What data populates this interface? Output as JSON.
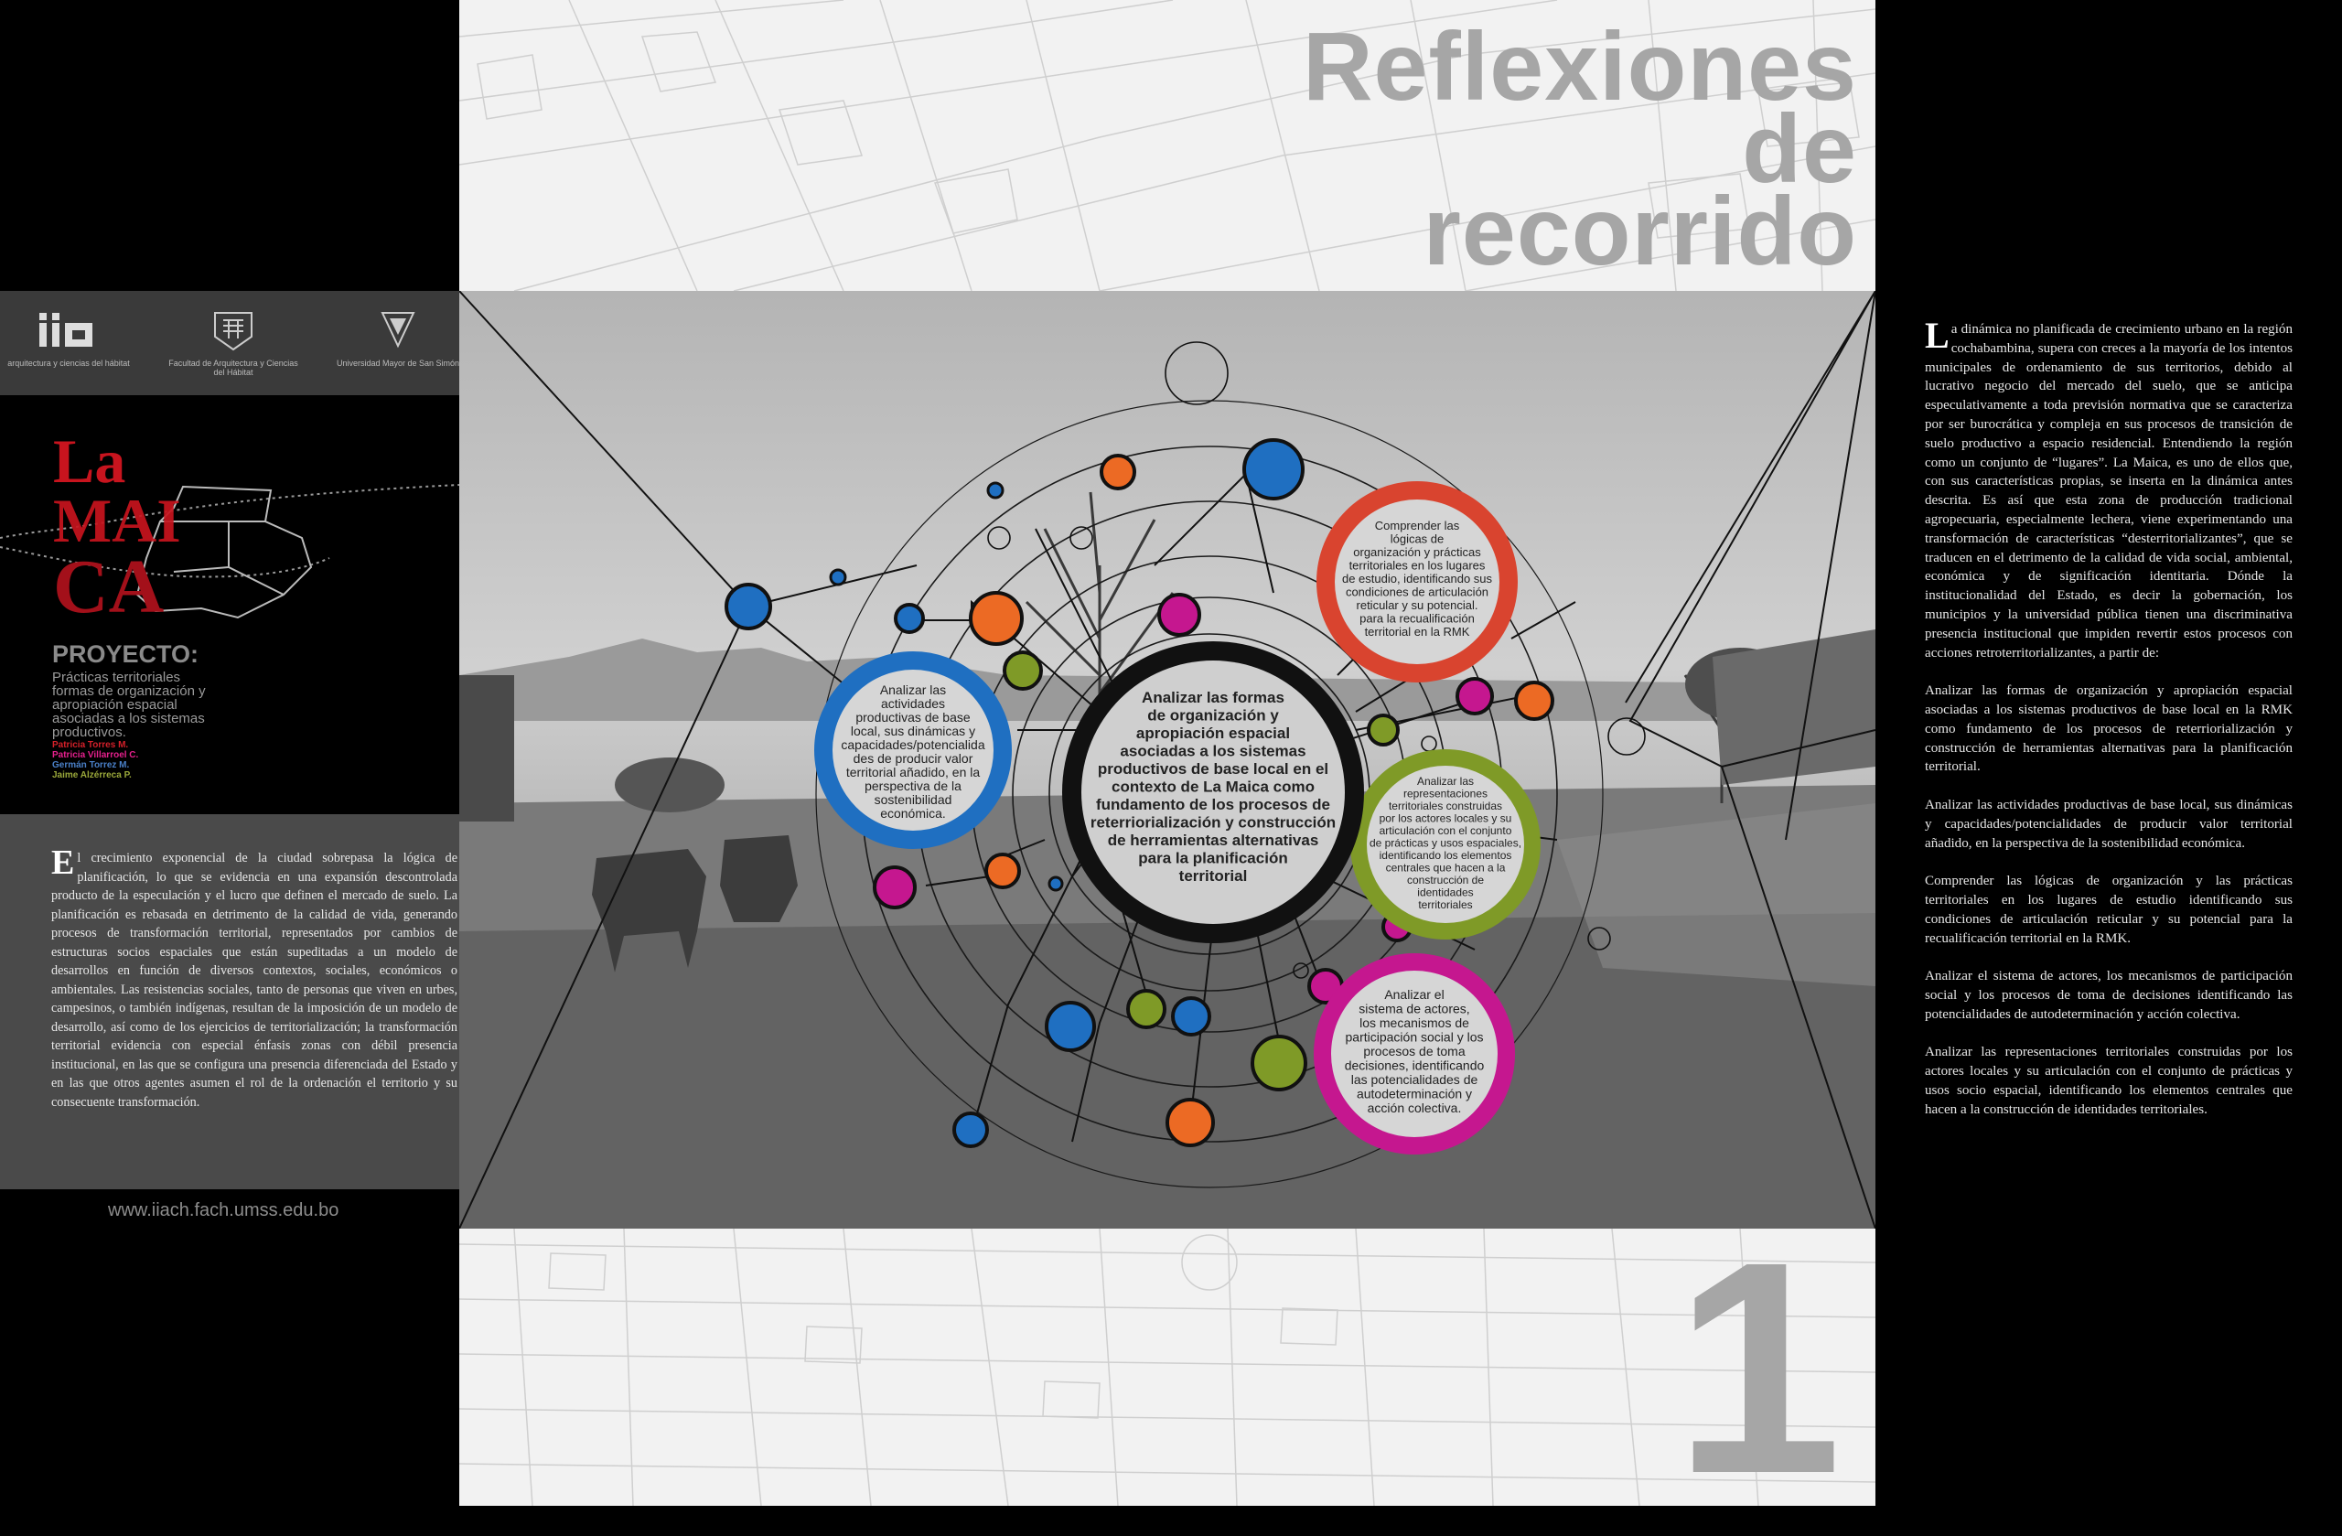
{
  "header": {
    "title_line1": "Reflexiones",
    "title_line2": "de",
    "title_line3": "recorrido"
  },
  "logos": [
    {
      "name": "iia",
      "caption": "arquitectura y ciencias del hábitat",
      "mark": "iia"
    },
    {
      "name": "facultad",
      "caption": "Facultad de Arquitectura y Ciencias del Hábitat"
    },
    {
      "name": "universidad",
      "caption": "Universidad Mayor de San Simón"
    }
  ],
  "project": {
    "title_la": "La",
    "title_mai": "MAI",
    "title_ca": "CA",
    "label": "PROYECTO:",
    "description": "Prácticas territoriales formas de organización y apropiación espacial asociadas a los sistemas productivos.",
    "authors": [
      {
        "name": "Patricia Torres M.",
        "color": "#d4202a"
      },
      {
        "name": "Patricia Villarroel C.",
        "color": "#e5208c"
      },
      {
        "name": "Germán Torrez M.",
        "color": "#2f6fb8"
      },
      {
        "name": "Jaime Alzérreca P.",
        "color": "#8a9a2a"
      }
    ]
  },
  "intro": {
    "dropcap": "E",
    "text": "l crecimiento exponencial de la ciudad sobrepasa la lógica de planificación, lo que se evidencia en una expansión descontrolada producto de la especulación y el lucro que definen el mercado de suelo. La planificación es rebasada en detrimento de la calidad de vida, generando procesos de transformación territorial, representados por cambios de estructuras socios espaciales que están supeditadas a un modelo de desarrollos en función de diversos contextos, sociales, económicos o ambientales. Las resistencias sociales, tanto de personas que viven en urbes, campesinos, o también indígenas, resultan de la imposición de un modelo de desarrollo, así como de los ejercicios de territorialización; la transformación territorial evidencia con especial énfasis zonas con débil presencia institucional, en las que se configura una presencia diferenciada del Estado y en las que otros agentes asumen el rol de la ordenación el territorio y su consecuente transformación."
  },
  "website": "www.iiach.fach.umss.edu.bo",
  "diagram": {
    "center": "Analizar las formas de organización y apropiación espacial asociadas a los sistemas productivos de base local en el contexto de La Maica como fundamento de los procesos de reterriorialización y construcción de herramientas alternativas para la planificación territorial",
    "center_lines": [
      "Analizar las formas",
      "de organización y",
      "apropiación espacial",
      "asociadas a los sistemas",
      "productivos de base local en el",
      "contexto de La Maica como",
      "fundamento de los procesos de",
      "reterriorialización y construcción",
      "de herramientas alternativas",
      "para la planificación",
      "territorial"
    ],
    "blue_lines": [
      "Analizar las",
      "actividades",
      "productivas de base",
      "local, sus dinámicas y",
      "capacidades/potencialida",
      "des de producir valor",
      "territorial añadido, en la",
      "perspectiva de la",
      "sostenibilidad",
      "económica."
    ],
    "red_lines": [
      "Comprender las",
      "lógicas de",
      "organización y prácticas",
      "territoriales en los lugares",
      "de estudio, identificando sus",
      "condiciones de articulación",
      "reticular y su potencial.",
      "para la recualificación",
      "territorial en la RMK"
    ],
    "green_lines": [
      "Analizar las",
      "representaciones",
      "territoriales construidas",
      "por los actores locales y su",
      "articulación con el conjunto",
      "de prácticas y usos espaciales,",
      "identificando los elementos",
      "centrales que hacen a la",
      "construcción de",
      "identidades",
      "territoriales"
    ],
    "magenta_lines": [
      "Analizar el",
      "sistema de actores,",
      "los mecanismos de",
      "participación social y los",
      "procesos de toma",
      "decisiones, identificando",
      "las potencialidades de",
      "autodeterminación y",
      "acción colectiva."
    ],
    "colors": {
      "blue": "#1f6fc1",
      "red": "#d9442f",
      "green": "#7f9a27",
      "magenta": "#c5178f",
      "orange": "#ec6a24",
      "black": "#111111"
    }
  },
  "right": {
    "dropcap": "L",
    "paragraphs": [
      "a dinámica no planificada de crecimiento urbano en la región cochabambina, supera con creces a la mayoría de los intentos municipales de ordenamiento de sus territorios, debido al lucrativo negocio del mercado del suelo, que se anticipa especulativamente a toda previsión normativa que se caracteriza por ser burocrática y compleja en sus procesos de transición de suelo productivo a espacio residencial. Entendiendo la región como un conjunto de “lugares”. La Maica, es uno de ellos que, con sus características propias, se inserta en la dinámica antes descrita. Es así que esta zona de producción tradicional agropecuaria, especialmente lechera, viene experimentando una transformación de características “desterritorializantes”, que se traducen en el detrimento de la calidad de vida social, ambiental, económica y de significación identitaria. Dónde la institucionalidad del Estado, es decir la gobernación, los municipios y la universidad pública tienen una discriminativa presencia institucional que impiden revertir estos procesos con acciones retroterritorializantes, a partir de:",
      "Analizar las formas de organización y apropiación espacial asociadas a los sistemas productivos de base local en la RMK como fundamento de los procesos de reterriorialización y construcción de herramientas alternativas para la planificación territorial.",
      "Analizar las actividades productivas de base local, sus dinámicas y capacidades/potencialidades de producir valor territorial añadido, en la perspectiva de la sostenibilidad económica.",
      "Comprender las lógicas de organización y las prácticas territoriales en los lugares de estudio identificando sus condiciones de articulación reticular y su potencial para la recualificación territorial en la RMK.",
      "Analizar el sistema de actores, los mecanismos de participación social y los procesos de toma de decisiones identificando las potencialidades de autodeterminación y acción colectiva.",
      "Analizar las representaciones territoriales construidas por los actores locales y su articulación con el conjunto de prácticas y usos socio espacial, identificando los elementos centrales que hacen a la construcción de identidades territoriales."
    ]
  },
  "page_number": "1"
}
